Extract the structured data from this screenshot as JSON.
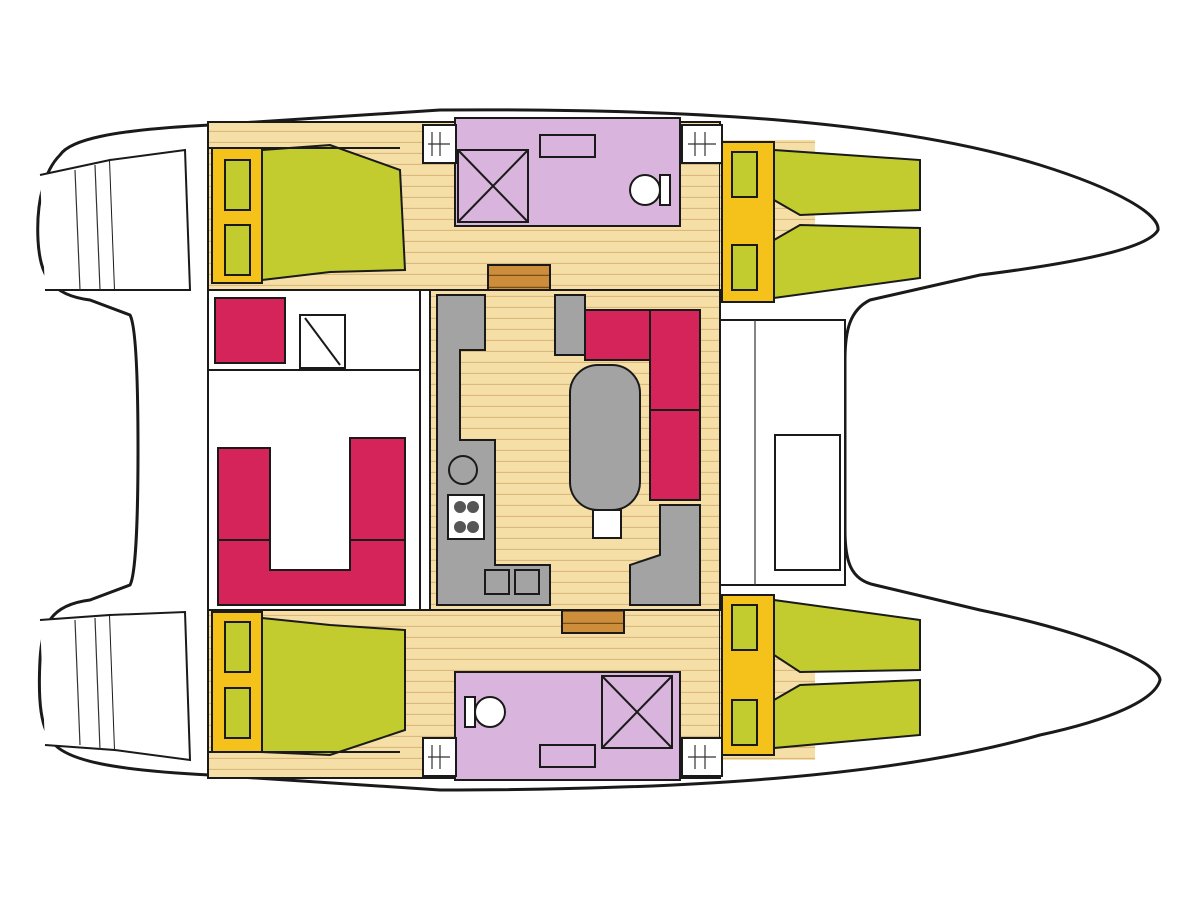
{
  "diagram": {
    "type": "catamaran-deck-layout",
    "labels": [],
    "colors": {
      "hull_fill": "#ffffff",
      "outline": "#1a1a1a",
      "berth": "#c2cc2e",
      "berth_frame": "#f5c21c",
      "teak_floor": "#f6dfa6",
      "teak_stripe": "#d9b97c",
      "head_compartment": "#d9b4dc",
      "settee": "#d4245a",
      "counter": "#a3a3a3",
      "companionway_steps": "#cc8e3a"
    },
    "elements": {
      "cabins": [
        "cabin-port-aft",
        "cabin-port-fwd",
        "cabin-stbd-aft",
        "cabin-stbd-fwd"
      ],
      "heads": [
        "head-port",
        "head-stbd"
      ],
      "saloon": [
        "saloon-settee",
        "saloon-table",
        "galley-counter",
        "cockpit-settee"
      ]
    }
  }
}
